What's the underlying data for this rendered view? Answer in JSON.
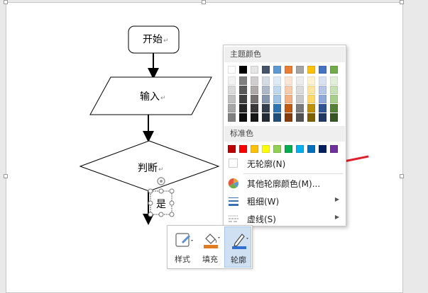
{
  "flowchart": {
    "start": "开始",
    "input": "输入",
    "decision": "判断",
    "yes": "是",
    "para_mark": "↵"
  },
  "menu": {
    "theme_colors_title": "主题颜色",
    "theme_row": [
      "#ffffff",
      "#000000",
      "#e7e6e6",
      "#44546a",
      "#5b9bd5",
      "#ed7d31",
      "#a5a5a5",
      "#ffc000",
      "#4472c4",
      "#70ad47"
    ],
    "theme_shades": [
      [
        "#f2f2f2",
        "#d9d9d9",
        "#bfbfbf",
        "#a6a6a6",
        "#808080"
      ],
      [
        "#7f7f7f",
        "#595959",
        "#404040",
        "#262626",
        "#0d0d0d"
      ],
      [
        "#d0cece",
        "#aeaaaa",
        "#757171",
        "#3a3838",
        "#171616"
      ],
      [
        "#d6dce4",
        "#adb9ca",
        "#8496b0",
        "#333f4f",
        "#222a35"
      ],
      [
        "#deebf6",
        "#bdd7ee",
        "#9dc3e6",
        "#2e75b5",
        "#1f4e79"
      ],
      [
        "#fbe5d5",
        "#f7cbac",
        "#f4b183",
        "#c55a11",
        "#843c0b"
      ],
      [
        "#ededed",
        "#dbdbdb",
        "#c9c9c9",
        "#7b7b7b",
        "#525252"
      ],
      [
        "#fff2cc",
        "#fee599",
        "#ffd965",
        "#bf9000",
        "#7f6000"
      ],
      [
        "#d9e2f3",
        "#b4c6e7",
        "#8eaadb",
        "#2f5496",
        "#1f3864"
      ],
      [
        "#e2efd9",
        "#c5e0b3",
        "#a8d08d",
        "#538135",
        "#375623"
      ]
    ],
    "standard_colors_title": "标准色",
    "standard_row": [
      "#c00000",
      "#ff0000",
      "#ffc000",
      "#ffff00",
      "#92d050",
      "#00b050",
      "#00b0f0",
      "#0070c0",
      "#002060",
      "#7030a0"
    ],
    "no_outline": "无轮廓(N)",
    "more_outline_colors": "其他轮廓颜色(M)...",
    "weight": "粗细(W)",
    "dashes": "虚线(S)"
  },
  "toolbar": {
    "style": "样式",
    "fill": "填充",
    "outline": "轮廓"
  },
  "colors": {
    "annotation_arrow": "#e0202a",
    "outline_accent": "#2e6fd1",
    "fill_accent": "#e07b20"
  }
}
